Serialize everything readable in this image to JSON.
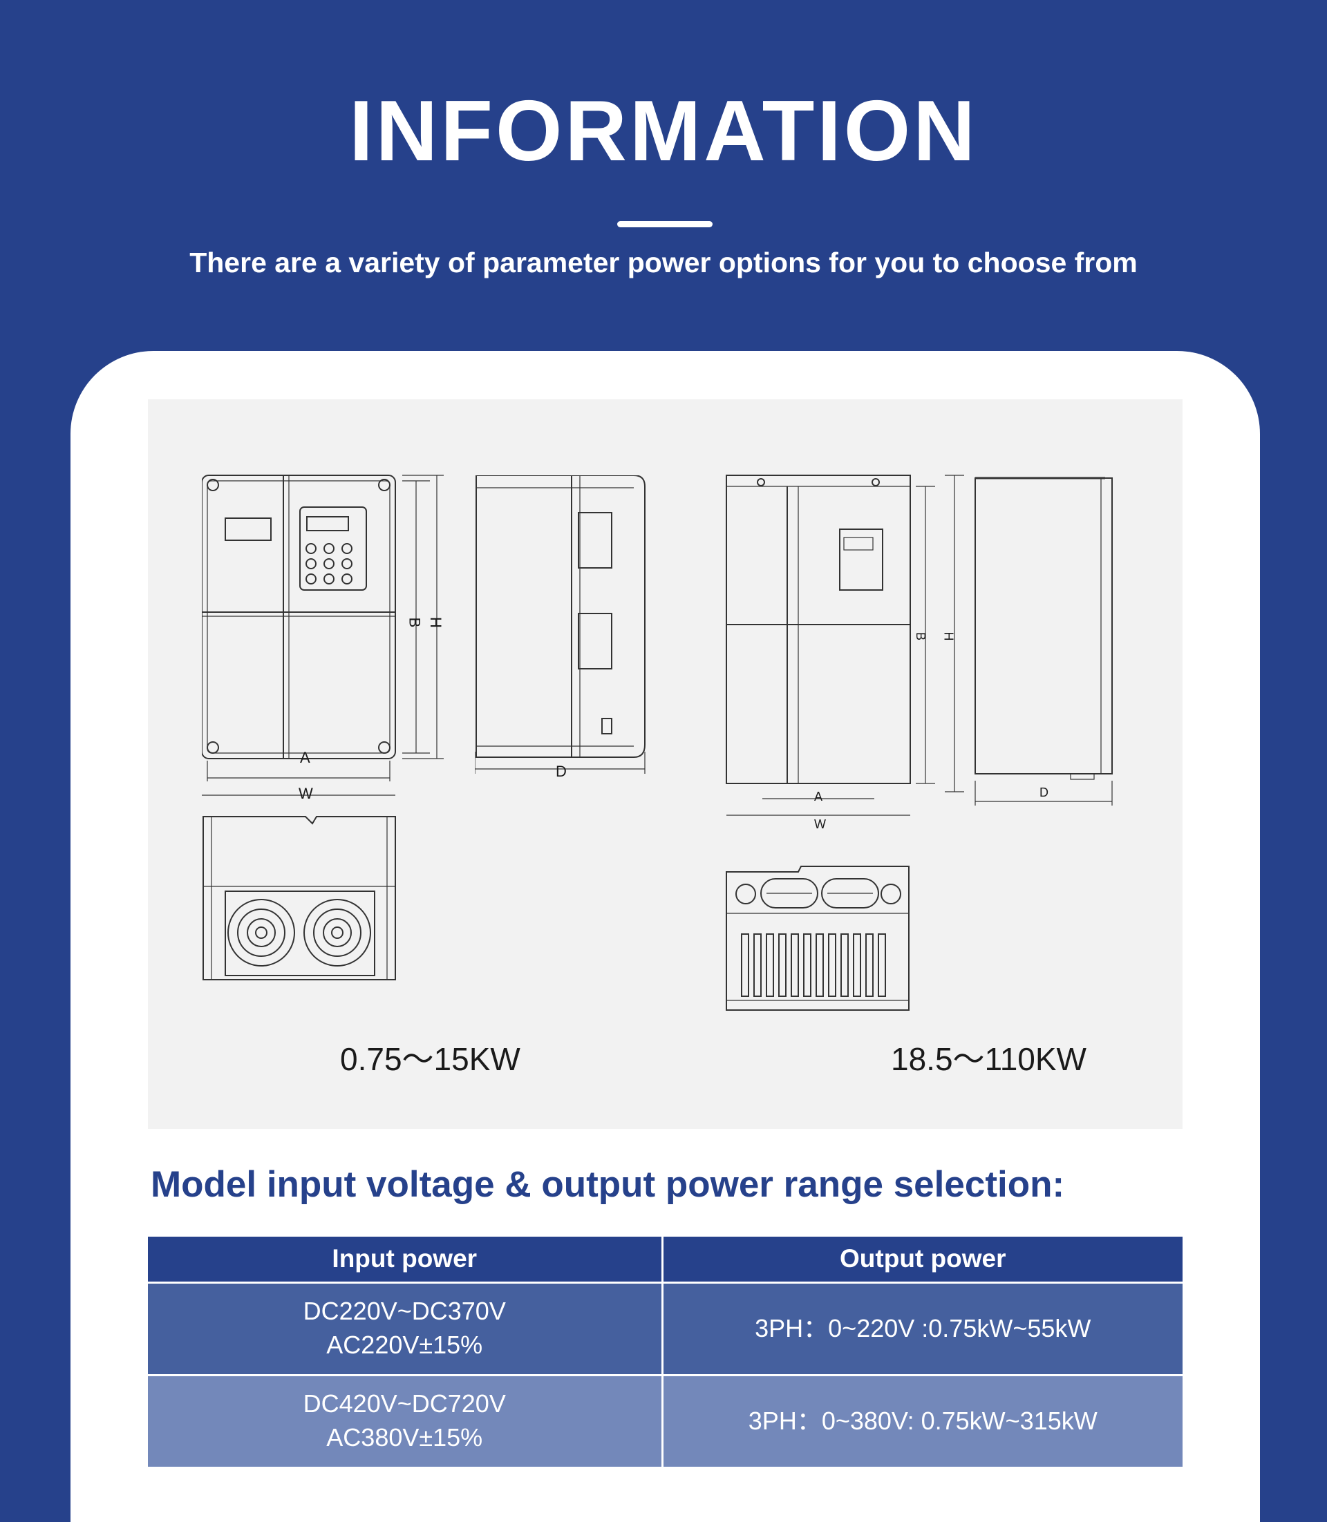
{
  "header": {
    "title": "INFORMATION",
    "subtitle": "There are a variety of parameter power options for you to choose from"
  },
  "drawings": {
    "small": {
      "range_label": "0.75～15KW",
      "dim_a": "A",
      "dim_w": "W",
      "dim_b": "B",
      "dim_h": "H",
      "dim_d": "D"
    },
    "large": {
      "range_label": "18.5～110KW",
      "dim_a": "A",
      "dim_w": "W",
      "dim_b": "B",
      "dim_h": "H",
      "dim_d": "D"
    }
  },
  "section": {
    "title": "Model input voltage & output power range selection:"
  },
  "table": {
    "headers": [
      "Input power",
      "Output power"
    ],
    "rows": [
      {
        "input_line1": "DC220V~DC370V",
        "input_line2": "AC220V±15%",
        "output": "3PH：0~220V :0.75kW~55kW"
      },
      {
        "input_line1": "DC420V~DC720V",
        "input_line2": "AC380V±15%",
        "output": "3PH：0~380V: 0.75kW~315kW"
      }
    ]
  },
  "colors": {
    "brand_blue": "#26418b",
    "row_a": "#45609e",
    "row_b": "#7388ba",
    "panel_gray": "#f2f2f2"
  }
}
